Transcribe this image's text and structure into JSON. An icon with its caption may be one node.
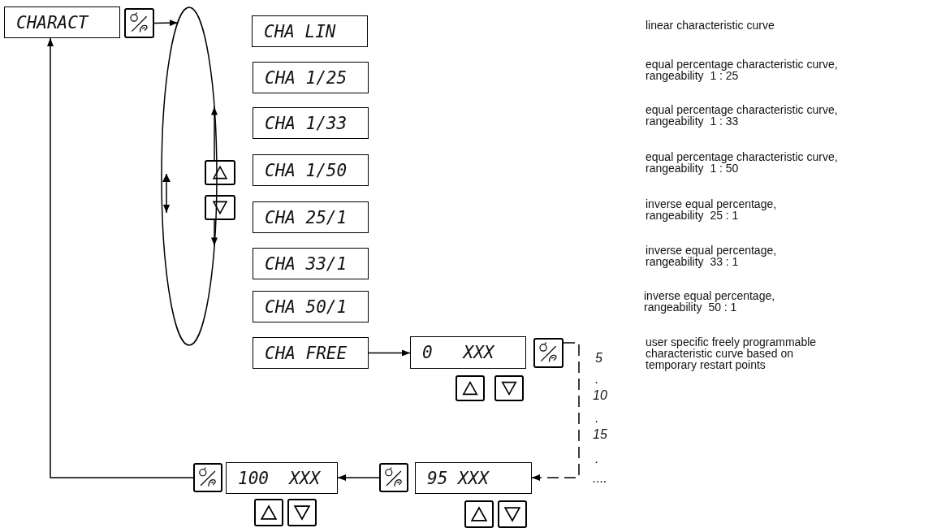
{
  "diagram": {
    "nodes": [
      {
        "text": [
          "CHARACT"
        ]
      },
      {
        "text": [],
        "shape": "button"
      },
      {
        "text": [],
        "shape": "ellipse"
      },
      {
        "text": [
          "CHA LIN"
        ]
      },
      {
        "text": [
          "CHA 1/25"
        ]
      },
      {
        "text": [
          "CHA 1/33"
        ]
      },
      {
        "text": [],
        "shape": "button"
      },
      {
        "text": [
          "CHA 1/50"
        ]
      },
      {
        "text": [],
        "shape": "button"
      },
      {
        "text": [
          "CHA 25/1"
        ]
      },
      {
        "text": [
          "CHA 33/1"
        ]
      },
      {
        "text": [
          "CHA 50/1"
        ]
      },
      {
        "text": [
          "CHA FREE"
        ]
      },
      {
        "text": [
          "0   XXX"
        ]
      },
      {
        "text": [],
        "shape": "button"
      },
      {
        "text": [],
        "shape": "button"
      },
      {
        "text": [],
        "shape": "button"
      },
      {
        "text": [],
        "shape": "button"
      },
      {
        "text": [
          "100  XXX"
        ]
      },
      {
        "text": [],
        "shape": "button"
      },
      {
        "text": [
          "95 XXX"
        ]
      },
      {
        "text": [],
        "shape": "button"
      },
      {
        "text": [],
        "shape": "button"
      },
      {
        "text": [],
        "shape": "button"
      },
      {
        "text": [],
        "shape": "button"
      }
    ],
    "edges": [
      {
        "from": 1,
        "to": 2,
        "arrow": "to"
      },
      {
        "from": 12,
        "to": 13,
        "arrow": "to"
      },
      {
        "from": 14,
        "to": 20,
        "arrow": "to",
        "style": "dashed"
      },
      {
        "from": 19,
        "to": 18,
        "arrow": "to"
      },
      {
        "from": 17,
        "to": 0,
        "arrow": "to"
      },
      {
        "from": 6,
        "to": 2,
        "arrow": "to"
      },
      {
        "from": 8,
        "to": 2,
        "arrow": "to"
      }
    ],
    "labels": [
      "linear characteristic curve",
      "equal percentage characteristic curve, rangeability  1 : 25",
      "equal percentage characteristic curve, rangeability  1 : 33",
      "equal percentage characteristic curve, rangeability  1 : 50",
      "inverse equal percentage, rangeability  25 : 1",
      "inverse equal percentage, rangeability  33 : 1",
      "inverse equal percentage, rangeability  50 : 1",
      "user specific freely programmable characteristic curve based on temporary restart points",
      "5",
      ".",
      "10",
      ".",
      "15",
      ".",
      "...."
    ]
  }
}
